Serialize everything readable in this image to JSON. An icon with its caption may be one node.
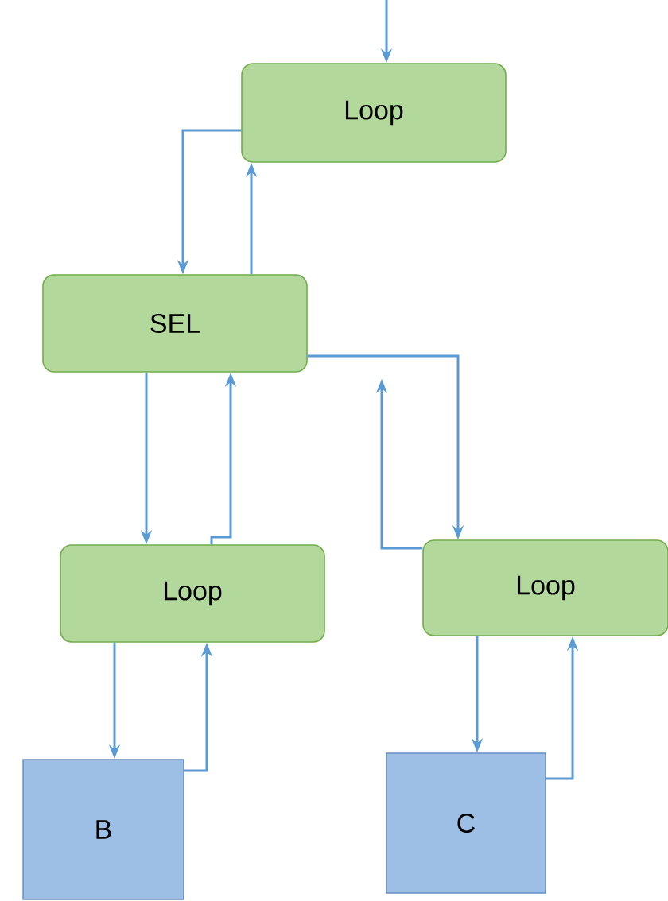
{
  "diagram": {
    "nodes": [
      {
        "text": [
          "Loop"
        ]
      },
      {
        "text": [
          "SEL"
        ]
      },
      {
        "text": [
          "Loop"
        ]
      },
      {
        "text": [
          "Loop"
        ]
      },
      {
        "text": [
          "B"
        ]
      },
      {
        "text": [
          "C"
        ]
      }
    ],
    "edges": [
      {
        "from": null,
        "to": 0,
        "arrow": "to"
      },
      {
        "from": 0,
        "to": 1,
        "arrow": "to"
      },
      {
        "from": 1,
        "to": 0,
        "arrow": "to"
      },
      {
        "from": 1,
        "to": 2,
        "arrow": "to"
      },
      {
        "from": 2,
        "to": 1,
        "arrow": "to"
      },
      {
        "from": 1,
        "to": 3,
        "arrow": "to"
      },
      {
        "from": 3,
        "to": 1,
        "arrow": "to"
      },
      {
        "from": 2,
        "to": 4,
        "arrow": "to"
      },
      {
        "from": 4,
        "to": 2,
        "arrow": "to"
      },
      {
        "from": 3,
        "to": 5,
        "arrow": "to"
      },
      {
        "from": 5,
        "to": 3,
        "arrow": "to"
      }
    ]
  }
}
